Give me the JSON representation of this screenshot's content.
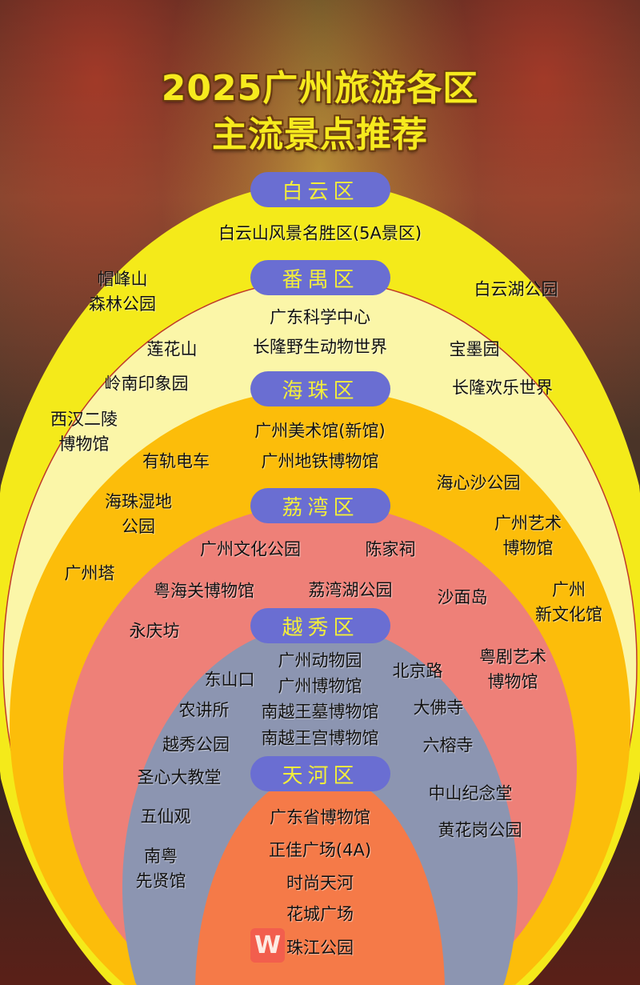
{
  "title": {
    "line1": "2025广州旅游各区",
    "line2": "主流景点推荐"
  },
  "colors": {
    "baiyun": "#f4ea1a",
    "panyu": "#fbf6a8",
    "haizhu": "#fcbd0a",
    "liwan": "#ee8078",
    "yuexiu": "#8c95b1",
    "tianhe": "#f57a48",
    "pill": "#6a6ed2",
    "pill_text": "#f3ee3a"
  },
  "districts": {
    "baiyun": {
      "name": "白云区",
      "spots": [
        "白云山风景名胜区(5A景区)",
        "帽峰山\n森林公园",
        "白云湖公园"
      ]
    },
    "panyu": {
      "name": "番禺区",
      "spots": [
        "广东科学中心",
        "长隆野生动物世界",
        "莲花山",
        "宝墨园",
        "岭南印象园",
        "长隆欢乐世界",
        "西汉二陵\n博物馆"
      ]
    },
    "haizhu": {
      "name": "海珠区",
      "spots": [
        "广州美术馆(新馆)",
        "广州地铁博物馆",
        "有轨电车",
        "海心沙公园",
        "海珠湿地\n公园",
        "广州艺术\n博物馆",
        "广州塔",
        "广州\n新文化馆"
      ]
    },
    "liwan": {
      "name": "荔湾区",
      "spots": [
        "广州文化公园",
        "陈家祠",
        "粤海关博物馆",
        "荔湾湖公园",
        "沙面岛",
        "永庆坊",
        "粤剧艺术\n博物馆"
      ]
    },
    "yuexiu": {
      "name": "越秀区",
      "spots": [
        "广州动物园",
        "广州博物馆",
        "南越王墓博物馆",
        "南越王宫博物馆",
        "东山口",
        "北京路",
        "农讲所",
        "大佛寺",
        "越秀公园",
        "六榕寺",
        "圣心大教堂",
        "中山纪念堂",
        "五仙观",
        "黄花岗公园",
        "南粤\n先贤馆"
      ]
    },
    "tianhe": {
      "name": "天河区",
      "spots": [
        "广东省博物馆",
        "正佳广场(4A)",
        "时尚天河",
        "花城广场",
        "珠江公园"
      ]
    }
  },
  "watermark": {
    "logo": "W"
  }
}
